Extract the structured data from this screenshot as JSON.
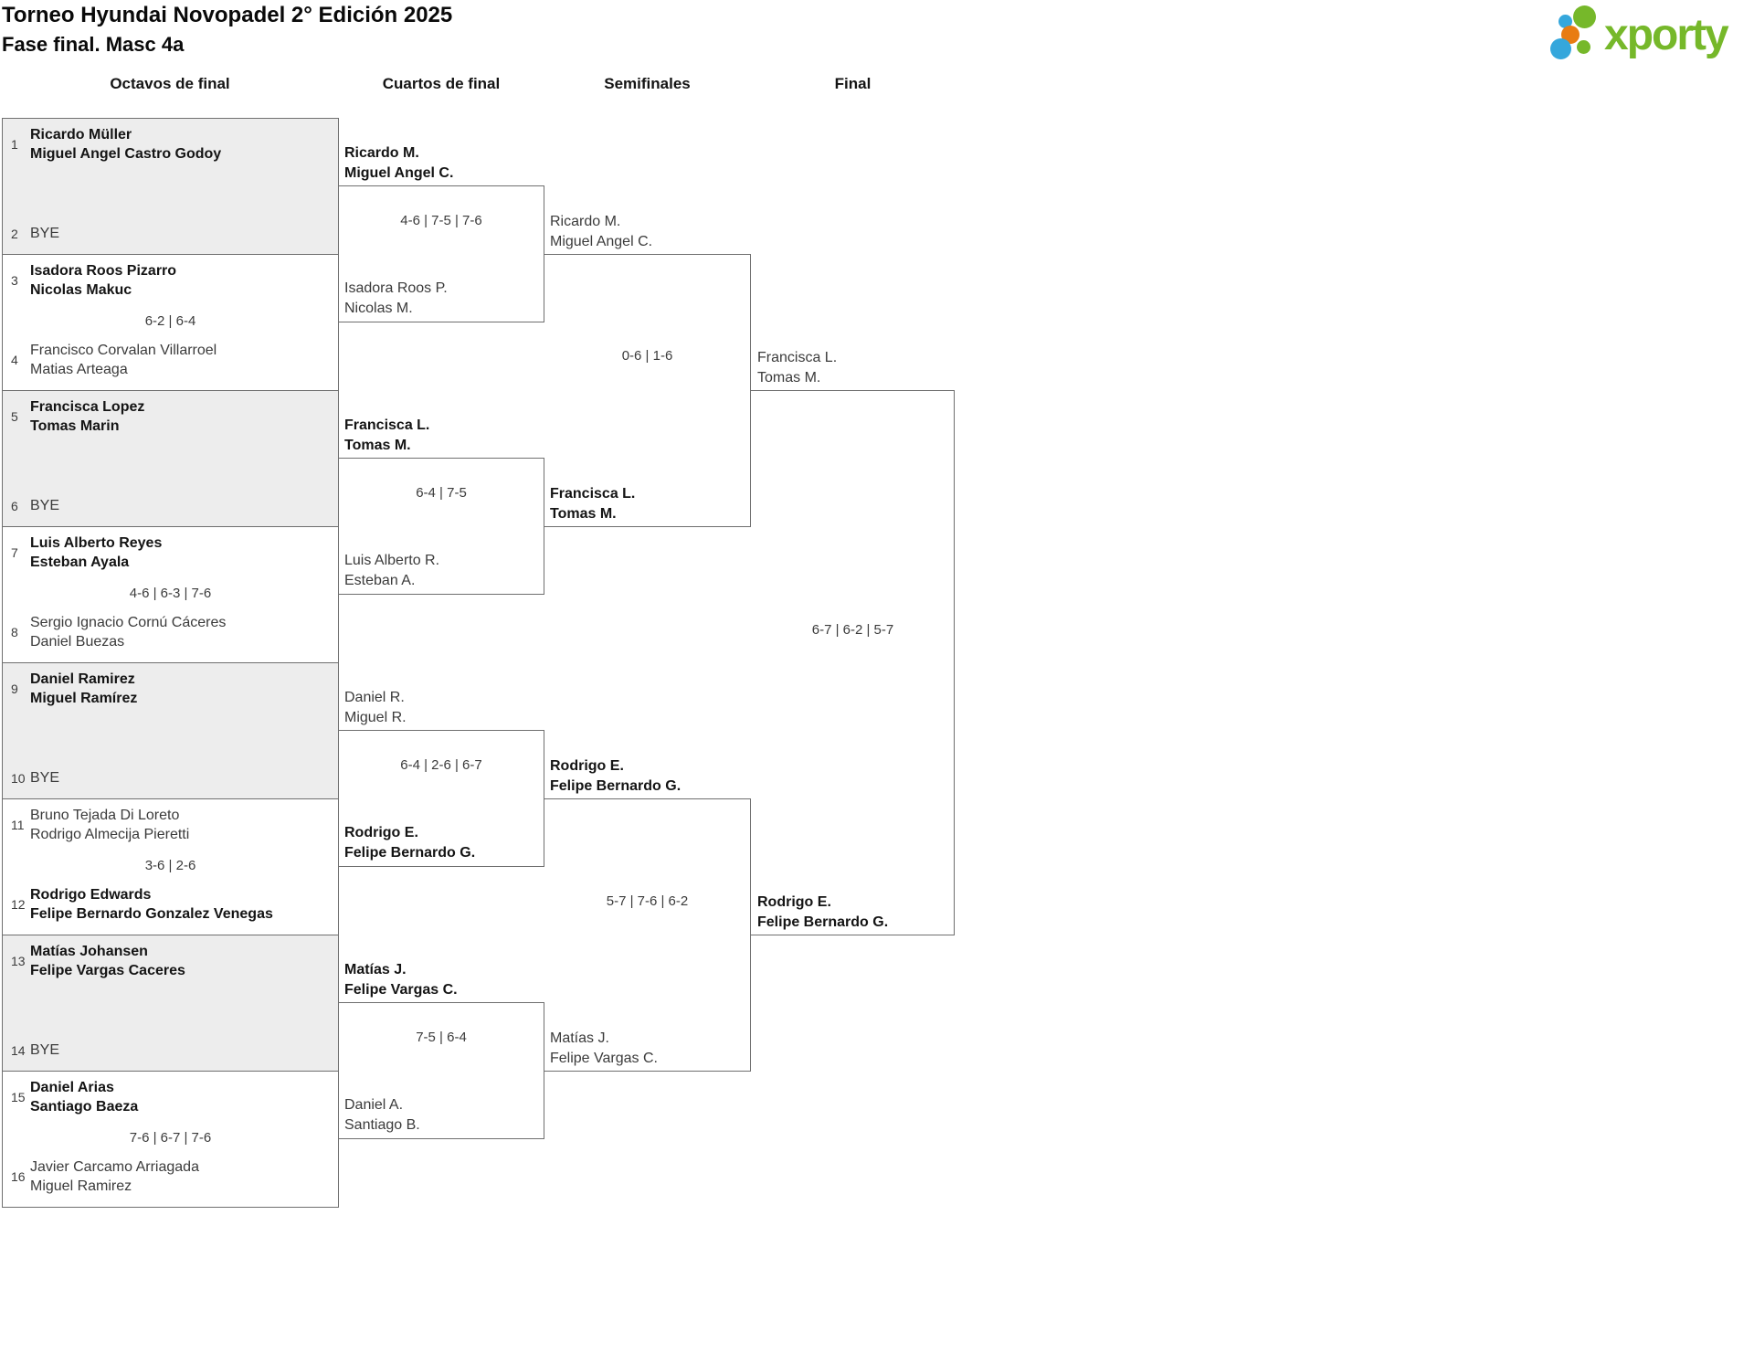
{
  "header": {
    "title": "Torneo Hyundai Novopadel 2° Edición 2025",
    "subtitle": "Fase final. Masc 4a",
    "logo_text": "xporty"
  },
  "colors": {
    "logo_green": "#76b82a",
    "logo_blue": "#35a7dc",
    "logo_orange": "#e87c12",
    "bye_box_fill": "#ededed",
    "line": "#6f6f6f"
  },
  "columns": [
    {
      "label": "Octavos de final"
    },
    {
      "label": "Cuartos de final"
    },
    {
      "label": "Semifinales"
    },
    {
      "label": "Final"
    }
  ],
  "octavos": [
    {
      "seed1": "1",
      "team1": {
        "p1": "Ricardo Müller",
        "p2": "Miguel Angel Castro Godoy",
        "winner": true
      },
      "score": "",
      "seed2": "2",
      "team2": {
        "p1": "BYE",
        "p2": "",
        "winner": false
      },
      "bye": true
    },
    {
      "seed1": "3",
      "team1": {
        "p1": "Isadora Roos Pizarro",
        "p2": "Nicolas Makuc",
        "winner": true
      },
      "score": "6-2 | 6-4",
      "seed2": "4",
      "team2": {
        "p1": "Francisco Corvalan Villarroel",
        "p2": "Matias Arteaga",
        "winner": false
      },
      "bye": false
    },
    {
      "seed1": "5",
      "team1": {
        "p1": "Francisca Lopez",
        "p2": "Tomas Marin",
        "winner": true
      },
      "score": "",
      "seed2": "6",
      "team2": {
        "p1": "BYE",
        "p2": "",
        "winner": false
      },
      "bye": true
    },
    {
      "seed1": "7",
      "team1": {
        "p1": "Luis Alberto Reyes",
        "p2": "Esteban Ayala",
        "winner": true
      },
      "score": "4-6 | 6-3 | 7-6",
      "seed2": "8",
      "team2": {
        "p1": "Sergio Ignacio Cornú Cáceres",
        "p2": "Daniel Buezas",
        "winner": false
      },
      "bye": false
    },
    {
      "seed1": "9",
      "team1": {
        "p1": "Daniel Ramirez",
        "p2": "Miguel Ramírez",
        "winner": true
      },
      "score": "",
      "seed2": "10",
      "team2": {
        "p1": "BYE",
        "p2": "",
        "winner": false
      },
      "bye": true
    },
    {
      "seed1": "11",
      "team1": {
        "p1": "Bruno Tejada Di Loreto",
        "p2": "Rodrigo Almecija Pieretti",
        "winner": false
      },
      "score": "3-6 | 2-6",
      "seed2": "12",
      "team2": {
        "p1": "Rodrigo Edwards",
        "p2": "Felipe Bernardo Gonzalez Venegas",
        "winner": true
      },
      "bye": false
    },
    {
      "seed1": "13",
      "team1": {
        "p1": "Matías Johansen",
        "p2": "Felipe Vargas Caceres",
        "winner": true
      },
      "score": "",
      "seed2": "14",
      "team2": {
        "p1": "BYE",
        "p2": "",
        "winner": false
      },
      "bye": true
    },
    {
      "seed1": "15",
      "team1": {
        "p1": "Daniel Arias",
        "p2": "Santiago Baeza",
        "winner": true
      },
      "score": "7-6 | 6-7 | 7-6",
      "seed2": "16",
      "team2": {
        "p1": "Javier Carcamo Arriagada",
        "p2": "Miguel Ramirez",
        "winner": false
      },
      "bye": false
    }
  ],
  "cuartos": [
    {
      "team1": {
        "p1": "Ricardo M.",
        "p2": "Miguel Angel C.",
        "winner": true
      },
      "score": "4-6 | 7-5 | 7-6",
      "team2": {
        "p1": "Isadora Roos P.",
        "p2": "Nicolas M.",
        "winner": false
      }
    },
    {
      "team1": {
        "p1": "Francisca L.",
        "p2": "Tomas M.",
        "winner": true
      },
      "score": "6-4 | 7-5",
      "team2": {
        "p1": "Luis Alberto R.",
        "p2": "Esteban A.",
        "winner": false
      }
    },
    {
      "team1": {
        "p1": "Daniel R.",
        "p2": "Miguel R.",
        "winner": false
      },
      "score": "6-4 | 2-6 | 6-7",
      "team2": {
        "p1": "Rodrigo E.",
        "p2": "Felipe Bernardo G.",
        "winner": true
      }
    },
    {
      "team1": {
        "p1": "Matías J.",
        "p2": "Felipe Vargas C.",
        "winner": true
      },
      "score": "7-5 | 6-4",
      "team2": {
        "p1": "Daniel A.",
        "p2": "Santiago B.",
        "winner": false
      }
    }
  ],
  "semifinales": [
    {
      "team1": {
        "p1": "Ricardo M.",
        "p2": "Miguel Angel C.",
        "winner": false
      },
      "score": "0-6 | 1-6",
      "team2": {
        "p1": "Francisca L.",
        "p2": "Tomas M.",
        "winner": true
      }
    },
    {
      "team1": {
        "p1": "Rodrigo E.",
        "p2": "Felipe Bernardo G.",
        "winner": true
      },
      "score": "5-7 | 7-6 | 6-2",
      "team2": {
        "p1": "Matías J.",
        "p2": "Felipe Vargas C.",
        "winner": false
      }
    }
  ],
  "final": [
    {
      "team1": {
        "p1": "Francisca L.",
        "p2": "Tomas M.",
        "winner": false
      },
      "score": "6-7 | 6-2 | 5-7",
      "team2": {
        "p1": "Rodrigo E.",
        "p2": "Felipe Bernardo G.",
        "winner": true
      }
    }
  ]
}
